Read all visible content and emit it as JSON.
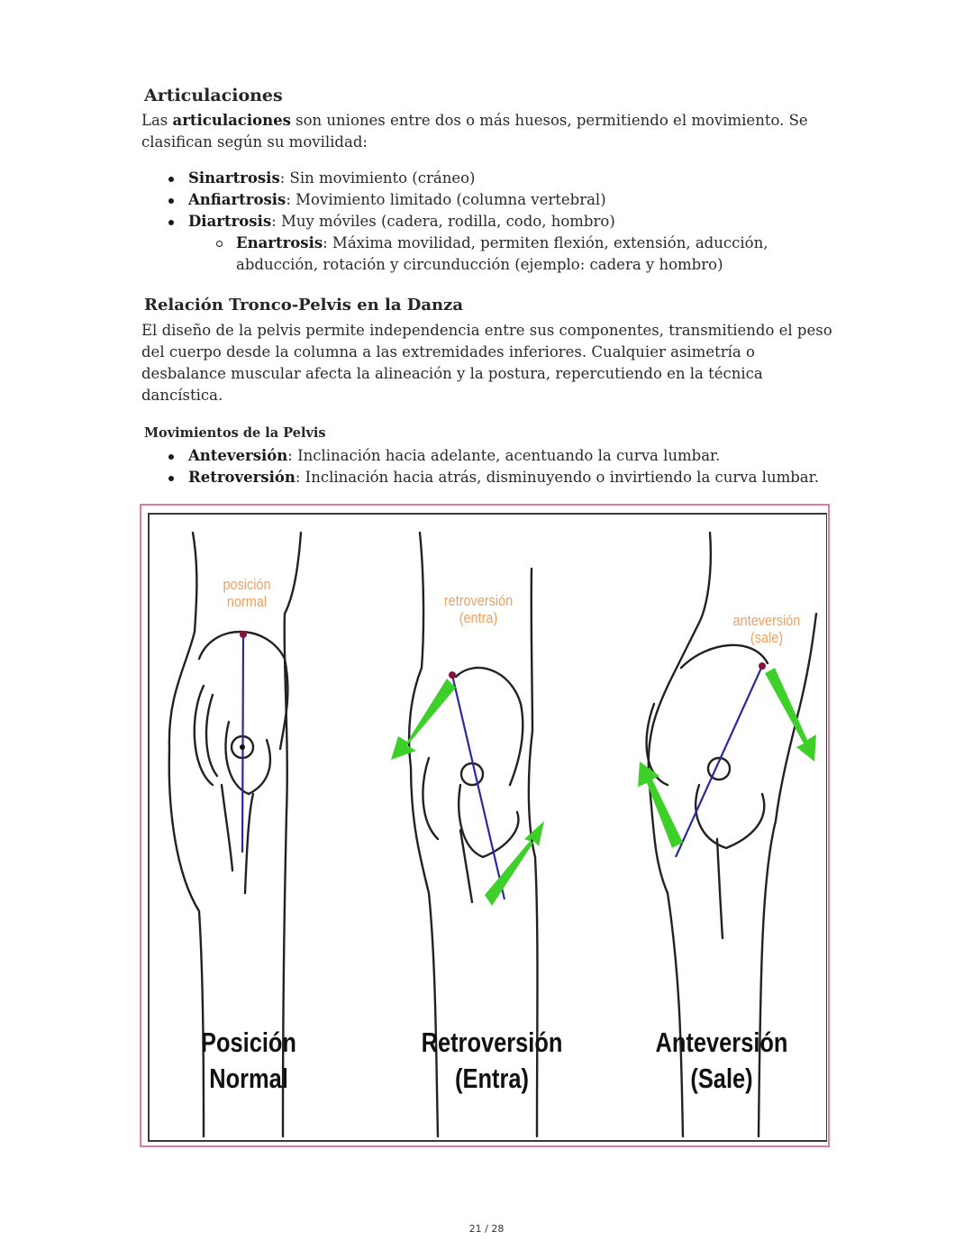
{
  "sections": {
    "articulaciones": {
      "heading": "Articulaciones",
      "intro_prefix": "Las ",
      "intro_bold": "articulaciones",
      "intro_rest": " son uniones entre dos o más huesos, permitiendo el movimiento. Se clasifican según su movilidad:",
      "items": [
        {
          "term": "Sinartrosis",
          "desc": ": Sin movimiento (cráneo)"
        },
        {
          "term": "Anfiartrosis",
          "desc": ": Movimiento limitado (columna vertebral)"
        },
        {
          "term": "Diartrosis",
          "desc": ": Muy móviles (cadera, rodilla, codo, hombro)"
        }
      ],
      "subitems": [
        {
          "term": "Enartrosis",
          "desc": ": Máxima movilidad, permiten flexión, extensión, aducción, abducción, rotación y circunducción (ejemplo: cadera y hombro)"
        }
      ]
    },
    "relacion": {
      "heading": "Relación Tronco-Pelvis en la Danza",
      "body": "El diseño de la pelvis permite independencia entre sus componentes, transmitiendo el peso del cuerpo desde la columna a las extremidades inferiores. Cualquier asimetría o desbalance muscular afecta la alineación y la postura, repercutiendo en la técnica dancística."
    },
    "movimientos": {
      "heading": "Movimientos de la Pelvis",
      "items": [
        {
          "term": "Anteversión",
          "desc": ": Inclinación hacia adelante, acentuando la curva lumbar."
        },
        {
          "term": "Retroversión",
          "desc": ": Inclinación hacia atrás, disminuyendo o invirtiendo la curva lumbar."
        }
      ]
    }
  },
  "figure": {
    "panels": [
      {
        "label_line1": "posición",
        "label_line2": "normal",
        "caption_line1": "Posición",
        "caption_line2": "Normal"
      },
      {
        "label_line1": "retroversión",
        "label_line2": "(entra)",
        "caption_line1": "Retroversión",
        "caption_line2": "(Entra)"
      },
      {
        "label_line1": "anteversión",
        "label_line2": "(sale)",
        "caption_line1": "Anteversión",
        "caption_line2": "(Sale)"
      }
    ],
    "colors": {
      "frame": "#e07aa0",
      "axis_line": "#2a2aa0",
      "arrow": "#3ecf2a",
      "label": "#f0a060"
    }
  },
  "footer": {
    "page_indicator": "21 / 28"
  }
}
